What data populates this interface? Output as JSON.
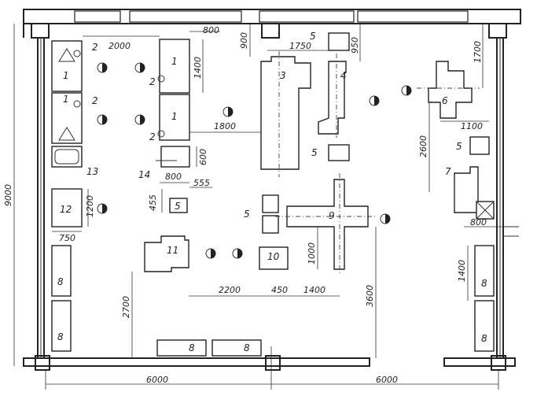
{
  "dimensions": {
    "d2000": "2000",
    "d800_top": "800",
    "d900": "900",
    "d1750": "1750",
    "d950": "950",
    "d1700": "1700",
    "d1400_top": "1400",
    "d1800": "1800",
    "d600": "600",
    "d800_mid": "800",
    "d555": "555",
    "d455": "455",
    "d1200": "1200",
    "d750": "750",
    "d2600": "2600",
    "d1100": "1100",
    "d800_right": "800",
    "d1000": "1000",
    "d2200": "2200",
    "d450": "450",
    "d1400_bottom": "1400",
    "d3600": "3600",
    "d2700": "2700",
    "d1400_right": "1400",
    "d9000": "9000",
    "d6000_left": "6000",
    "d6000_right": "6000"
  },
  "machine_labels": {
    "m1a": "1",
    "m1b": "1",
    "m1c": "1",
    "m1d": "1",
    "m2a": "2",
    "m2b": "2",
    "m2c": "2",
    "m2d": "2",
    "m3": "3",
    "m4": "4",
    "m5a": "5",
    "m5b": "5",
    "m5c": "5",
    "m5d": "5",
    "m5e": "5",
    "m6": "6",
    "m7": "7",
    "m8a": "8",
    "m8b": "8",
    "m8c": "8",
    "m8d": "8",
    "m8e": "8",
    "m8f": "8",
    "m9": "9",
    "m10": "10",
    "m11": "11",
    "m12": "12",
    "m13": "13",
    "m14": "14"
  }
}
